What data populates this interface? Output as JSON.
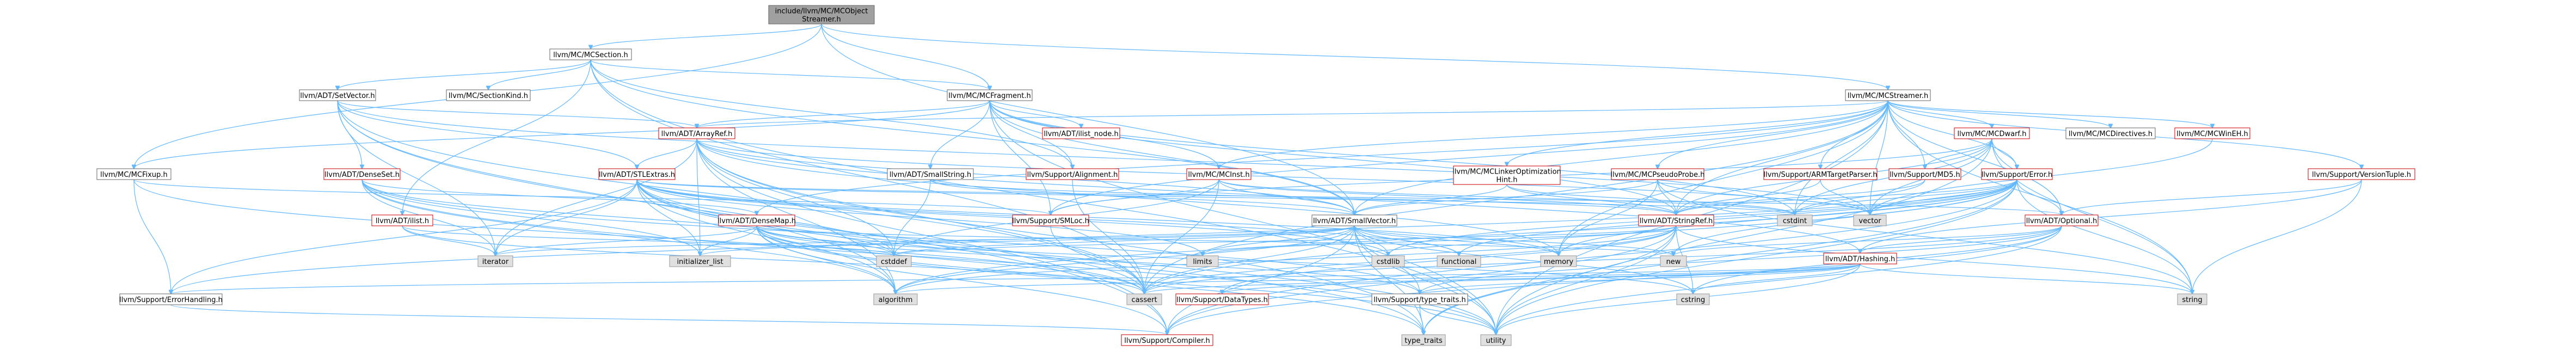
{
  "nodes": [
    {
      "id": "root",
      "label": [
        "include/llvm/MC/MCObject",
        "Streamer.h"
      ],
      "kind": "main"
    },
    {
      "id": "mcsection",
      "label": [
        "llvm/MC/MCSection.h"
      ],
      "kind": "norm"
    },
    {
      "id": "mcstreamer",
      "label": [
        "llvm/MC/MCStreamer.h"
      ],
      "kind": "norm"
    },
    {
      "id": "setvector",
      "label": [
        "llvm/ADT/SetVector.h"
      ],
      "kind": "norm"
    },
    {
      "id": "sectionkind",
      "label": [
        "llvm/MC/SectionKind.h"
      ],
      "kind": "norm"
    },
    {
      "id": "mcfragment",
      "label": [
        "llvm/MC/MCFragment.h"
      ],
      "kind": "norm"
    },
    {
      "id": "mcdwarf",
      "label": [
        "llvm/MC/MCDwarf.h"
      ],
      "kind": "red"
    },
    {
      "id": "mcdirectives",
      "label": [
        "llvm/MC/MCDirectives.h"
      ],
      "kind": "norm"
    },
    {
      "id": "mcwineh",
      "label": [
        "llvm/MC/MCWinEH.h"
      ],
      "kind": "red"
    },
    {
      "id": "arrayref",
      "label": [
        "llvm/ADT/ArrayRef.h"
      ],
      "kind": "red"
    },
    {
      "id": "ilist_node",
      "label": [
        "llvm/ADT/ilist_node.h"
      ],
      "kind": "red"
    },
    {
      "id": "alignment",
      "label": [
        "llvm/Support/Alignment.h"
      ],
      "kind": "red"
    },
    {
      "id": "smallstring",
      "label": [
        "llvm/ADT/SmallString.h"
      ],
      "kind": "norm"
    },
    {
      "id": "mcinst",
      "label": [
        "llvm/MC/MCInst.h"
      ],
      "kind": "red"
    },
    {
      "id": "mclinkeropt",
      "label": [
        "llvm/MC/MCLinkerOptimization",
        "Hint.h"
      ],
      "kind": "red"
    },
    {
      "id": "mcpseudoprobe",
      "label": [
        "llvm/MC/MCPseudoProbe.h"
      ],
      "kind": "red"
    },
    {
      "id": "armtargetparser",
      "label": [
        "llvm/Support/ARMTargetParser.h"
      ],
      "kind": "red"
    },
    {
      "id": "md5",
      "label": [
        "llvm/Support/MD5.h"
      ],
      "kind": "red"
    },
    {
      "id": "error",
      "label": [
        "llvm/Support/Error.h"
      ],
      "kind": "red"
    },
    {
      "id": "versiontuple",
      "label": [
        "llvm/Support/VersionTuple.h"
      ],
      "kind": "red"
    },
    {
      "id": "mcfixup",
      "label": [
        "llvm/MC/MCFixup.h"
      ],
      "kind": "norm"
    },
    {
      "id": "denseset",
      "label": [
        "llvm/ADT/DenseSet.h"
      ],
      "kind": "red"
    },
    {
      "id": "stlextras",
      "label": [
        "llvm/ADT/STLExtras.h"
      ],
      "kind": "red"
    },
    {
      "id": "ilist",
      "label": [
        "llvm/ADT/ilist.h"
      ],
      "kind": "red"
    },
    {
      "id": "densemap",
      "label": [
        "llvm/ADT/DenseMap.h"
      ],
      "kind": "red"
    },
    {
      "id": "smloc",
      "label": [
        "llvm/Support/SMLoc.h"
      ],
      "kind": "red"
    },
    {
      "id": "smallvector",
      "label": [
        "llvm/ADT/SmallVector.h"
      ],
      "kind": "norm"
    },
    {
      "id": "stringref",
      "label": [
        "llvm/ADT/StringRef.h"
      ],
      "kind": "red"
    },
    {
      "id": "optional",
      "label": [
        "llvm/ADT/Optional.h"
      ],
      "kind": "red"
    },
    {
      "id": "hashing",
      "label": [
        "llvm/ADT/Hashing.h"
      ],
      "kind": "red"
    },
    {
      "id": "errorhandling",
      "label": [
        "llvm/Support/ErrorHandling.h"
      ],
      "kind": "norm"
    },
    {
      "id": "datatypes",
      "label": [
        "llvm/Support/DataTypes.h"
      ],
      "kind": "red"
    },
    {
      "id": "type_traits_h",
      "label": [
        "llvm/Support/type_traits.h"
      ],
      "kind": "norm"
    },
    {
      "id": "compiler",
      "label": [
        "llvm/Support/Compiler.h"
      ],
      "kind": "red"
    },
    {
      "id": "cstdint",
      "label": [
        "cstdint"
      ],
      "kind": "sys"
    },
    {
      "id": "vector",
      "label": [
        "vector"
      ],
      "kind": "sys"
    },
    {
      "id": "iterator",
      "label": [
        "iterator"
      ],
      "kind": "sys"
    },
    {
      "id": "initializer_list",
      "label": [
        "initializer_list"
      ],
      "kind": "sys"
    },
    {
      "id": "cstddef",
      "label": [
        "cstddef"
      ],
      "kind": "sys"
    },
    {
      "id": "limits",
      "label": [
        "limits"
      ],
      "kind": "sys"
    },
    {
      "id": "cstdlib",
      "label": [
        "cstdlib"
      ],
      "kind": "sys"
    },
    {
      "id": "functional",
      "label": [
        "functional"
      ],
      "kind": "sys"
    },
    {
      "id": "memory",
      "label": [
        "memory"
      ],
      "kind": "sys"
    },
    {
      "id": "new",
      "label": [
        "new"
      ],
      "kind": "sys"
    },
    {
      "id": "algorithm",
      "label": [
        "algorithm"
      ],
      "kind": "sys"
    },
    {
      "id": "cassert",
      "label": [
        "cassert"
      ],
      "kind": "sys"
    },
    {
      "id": "cstring",
      "label": [
        "cstring"
      ],
      "kind": "sys"
    },
    {
      "id": "string",
      "label": [
        "string"
      ],
      "kind": "sys"
    },
    {
      "id": "type_traits",
      "label": [
        "type_traits"
      ],
      "kind": "sys"
    },
    {
      "id": "utility",
      "label": [
        "utility"
      ],
      "kind": "sys"
    }
  ],
  "edges": [
    [
      "root",
      "mcsection"
    ],
    [
      "root",
      "mcstreamer"
    ],
    [
      "root",
      "mcfragment"
    ],
    [
      "root",
      "smallvector"
    ],
    [
      "root",
      "mcfixup"
    ],
    [
      "mcsection",
      "setvector"
    ],
    [
      "mcsection",
      "sectionkind"
    ],
    [
      "mcsection",
      "mcfragment"
    ],
    [
      "mcsection",
      "ilist"
    ],
    [
      "mcsection",
      "smallvector"
    ],
    [
      "mcsection",
      "cassert"
    ],
    [
      "mcsection",
      "utility"
    ],
    [
      "mcsection",
      "alignment"
    ],
    [
      "mcstreamer",
      "mcdwarf"
    ],
    [
      "mcstreamer",
      "mcdirectives"
    ],
    [
      "mcstreamer",
      "mcwineh"
    ],
    [
      "mcstreamer",
      "mclinkeropt"
    ],
    [
      "mcstreamer",
      "mcpseudoprobe"
    ],
    [
      "mcstreamer",
      "armtargetparser"
    ],
    [
      "mcstreamer",
      "md5"
    ],
    [
      "mcstreamer",
      "error"
    ],
    [
      "mcstreamer",
      "versiontuple"
    ],
    [
      "mcstreamer",
      "arrayref"
    ],
    [
      "mcstreamer",
      "densemap"
    ],
    [
      "mcstreamer",
      "optional"
    ],
    [
      "mcstreamer",
      "smallvector"
    ],
    [
      "mcstreamer",
      "stringref"
    ],
    [
      "mcstreamer",
      "smloc"
    ],
    [
      "mcstreamer",
      "cassert"
    ],
    [
      "mcstreamer",
      "cstdint"
    ],
    [
      "mcstreamer",
      "memory"
    ],
    [
      "mcstreamer",
      "string"
    ],
    [
      "mcstreamer",
      "utility"
    ],
    [
      "mcstreamer",
      "vector"
    ],
    [
      "mcstreamer",
      "mcinst"
    ],
    [
      "setvector",
      "arrayref"
    ],
    [
      "setvector",
      "denseset"
    ],
    [
      "setvector",
      "stlextras"
    ],
    [
      "setvector",
      "compiler"
    ],
    [
      "setvector",
      "algorithm"
    ],
    [
      "setvector",
      "cassert"
    ],
    [
      "setvector",
      "iterator"
    ],
    [
      "setvector",
      "vector"
    ],
    [
      "mcfragment",
      "arrayref"
    ],
    [
      "mcfragment",
      "ilist_node"
    ],
    [
      "mcfragment",
      "alignment"
    ],
    [
      "mcfragment",
      "smallstring"
    ],
    [
      "mcfragment",
      "mcinst"
    ],
    [
      "mcfragment",
      "mcfixup"
    ],
    [
      "mcfragment",
      "smloc"
    ],
    [
      "mcfragment",
      "smallvector"
    ],
    [
      "mcfragment",
      "stringref"
    ],
    [
      "mcfragment",
      "cstdint"
    ],
    [
      "mcfragment",
      "utility"
    ],
    [
      "mcdwarf",
      "error"
    ],
    [
      "mcdwarf",
      "md5"
    ],
    [
      "mcdwarf",
      "smloc"
    ],
    [
      "mcdwarf",
      "stringref"
    ],
    [
      "mcdwarf",
      "optional"
    ],
    [
      "mcdwarf",
      "cstdint"
    ],
    [
      "mcdwarf",
      "string"
    ],
    [
      "mcdwarf",
      "utility"
    ],
    [
      "mcdwarf",
      "vector"
    ],
    [
      "mcdwarf",
      "mapvector_dummy"
    ],
    [
      "mcwineh",
      "vector"
    ],
    [
      "arrayref",
      "hashing"
    ],
    [
      "arrayref",
      "smallvector"
    ],
    [
      "arrayref",
      "stlextras"
    ],
    [
      "arrayref",
      "compiler"
    ],
    [
      "arrayref",
      "algorithm"
    ],
    [
      "arrayref",
      "array_dummy"
    ],
    [
      "arrayref",
      "cassert"
    ],
    [
      "arrayref",
      "cstddef"
    ],
    [
      "arrayref",
      "initializer_list"
    ],
    [
      "arrayref",
      "iterator"
    ],
    [
      "arrayref",
      "memory"
    ],
    [
      "arrayref",
      "type_traits"
    ],
    [
      "arrayref",
      "vector"
    ],
    [
      "alignment",
      "mathextras_dummy"
    ],
    [
      "alignment",
      "cassert"
    ],
    [
      "smallstring",
      "smallvector"
    ],
    [
      "smallstring",
      "stringref"
    ],
    [
      "smallstring",
      "cstddef"
    ],
    [
      "mcinst",
      "smallvector"
    ],
    [
      "mcinst",
      "stringref"
    ],
    [
      "mcinst",
      "smloc"
    ],
    [
      "mcinst",
      "cassert"
    ],
    [
      "mcinst",
      "cstddef"
    ],
    [
      "mcinst",
      "cstdint"
    ],
    [
      "mclinkeropt",
      "smallvector"
    ],
    [
      "mclinkeropt",
      "stringref"
    ],
    [
      "mclinkeropt",
      "cstdint"
    ],
    [
      "mcpseudoprobe",
      "smallvector"
    ],
    [
      "mcpseudoprobe",
      "stringref"
    ],
    [
      "mcpseudoprobe",
      "memory"
    ],
    [
      "mcpseudoprobe",
      "string"
    ],
    [
      "mcpseudoprobe",
      "vector"
    ],
    [
      "armtargetparser",
      "stringref"
    ],
    [
      "armtargetparser",
      "vector"
    ],
    [
      "md5",
      "stringref"
    ],
    [
      "md5",
      "cstdint"
    ],
    [
      "error",
      "stringref"
    ],
    [
      "error",
      "optional"
    ],
    [
      "error",
      "compiler"
    ],
    [
      "error",
      "errorhandling"
    ],
    [
      "error",
      "algorithm"
    ],
    [
      "error",
      "cassert"
    ],
    [
      "error",
      "cstdint"
    ],
    [
      "error",
      "cstdlib"
    ],
    [
      "error",
      "functional"
    ],
    [
      "error",
      "memory"
    ],
    [
      "error",
      "new"
    ],
    [
      "error",
      "string"
    ],
    [
      "error",
      "type_traits"
    ],
    [
      "error",
      "utility"
    ],
    [
      "error",
      "vector"
    ],
    [
      "versiontuple",
      "optional"
    ],
    [
      "versiontuple",
      "hashing"
    ],
    [
      "versiontuple",
      "string"
    ],
    [
      "versiontuple",
      "tuple_dummy"
    ],
    [
      "mcfixup",
      "errorhandling"
    ],
    [
      "mcfixup",
      "smloc"
    ],
    [
      "mcfixup",
      "cassert"
    ],
    [
      "denseset",
      "densemap"
    ],
    [
      "denseset",
      "type_traits_h"
    ],
    [
      "denseset",
      "algorithm"
    ],
    [
      "denseset",
      "cstddef"
    ],
    [
      "denseset",
      "initializer_list"
    ],
    [
      "denseset",
      "iterator"
    ],
    [
      "denseset",
      "utility"
    ],
    [
      "stlextras",
      "optional"
    ],
    [
      "stlextras",
      "errorhandling"
    ],
    [
      "stlextras",
      "algorithm"
    ],
    [
      "stlextras",
      "cassert"
    ],
    [
      "stlextras",
      "cstddef"
    ],
    [
      "stlextras",
      "cstdint"
    ],
    [
      "stlextras",
      "cstdlib"
    ],
    [
      "stlextras",
      "functional"
    ],
    [
      "stlextras",
      "initializer_list"
    ],
    [
      "stlextras",
      "iterator"
    ],
    [
      "stlextras",
      "limits"
    ],
    [
      "stlextras",
      "memory"
    ],
    [
      "stlextras",
      "tuple_dummy"
    ],
    [
      "stlextras",
      "type_traits"
    ],
    [
      "stlextras",
      "utility"
    ],
    [
      "ilist",
      "cassert"
    ],
    [
      "ilist",
      "cstddef"
    ],
    [
      "ilist",
      "iterator"
    ],
    [
      "densemap",
      "compiler"
    ],
    [
      "densemap",
      "type_traits_h"
    ],
    [
      "densemap",
      "algorithm"
    ],
    [
      "densemap",
      "cassert"
    ],
    [
      "densemap",
      "cstddef"
    ],
    [
      "densemap",
      "cstring"
    ],
    [
      "densemap",
      "initializer_list"
    ],
    [
      "densemap",
      "iterator"
    ],
    [
      "densemap",
      "new"
    ],
    [
      "densemap",
      "type_traits"
    ],
    [
      "densemap",
      "utility"
    ],
    [
      "smloc",
      "cassert"
    ],
    [
      "smallvector",
      "compiler"
    ],
    [
      "smallvector",
      "type_traits_h"
    ],
    [
      "smallvector",
      "algorithm"
    ],
    [
      "smallvector",
      "cassert"
    ],
    [
      "smallvector",
      "cstddef"
    ],
    [
      "smallvector",
      "cstdlib"
    ],
    [
      "smallvector",
      "cstring"
    ],
    [
      "smallvector",
      "functional"
    ],
    [
      "smallvector",
      "initializer_list"
    ],
    [
      "smallvector",
      "iterator"
    ],
    [
      "smallvector",
      "limits"
    ],
    [
      "smallvector",
      "memory"
    ],
    [
      "smallvector",
      "new"
    ],
    [
      "smallvector",
      "type_traits"
    ],
    [
      "smallvector",
      "utility"
    ],
    [
      "stringref",
      "stlextras_dummy"
    ],
    [
      "stringref",
      "compiler"
    ],
    [
      "stringref",
      "algorithm"
    ],
    [
      "stringref",
      "cassert"
    ],
    [
      "stringref",
      "cstddef"
    ],
    [
      "stringref",
      "cstring"
    ],
    [
      "stringref",
      "limits"
    ],
    [
      "stringref",
      "string"
    ],
    [
      "stringref",
      "type_traits"
    ],
    [
      "stringref",
      "utility"
    ],
    [
      "stringref",
      "datatypes"
    ],
    [
      "optional",
      "hashing"
    ],
    [
      "optional",
      "compiler"
    ],
    [
      "optional",
      "type_traits_h"
    ],
    [
      "optional",
      "cassert"
    ],
    [
      "optional",
      "cstring"
    ],
    [
      "optional",
      "new"
    ],
    [
      "optional",
      "utility"
    ],
    [
      "hashing",
      "errorhandling"
    ],
    [
      "hashing",
      "datatypes"
    ],
    [
      "hashing",
      "type_traits_h"
    ],
    [
      "hashing",
      "algorithm"
    ],
    [
      "hashing",
      "cassert"
    ],
    [
      "hashing",
      "cstring"
    ],
    [
      "hashing",
      "string"
    ],
    [
      "hashing",
      "tuple_dummy"
    ],
    [
      "hashing",
      "utility"
    ],
    [
      "type_traits_h",
      "type_traits"
    ],
    [
      "type_traits_h",
      "utility"
    ],
    [
      "errorhandling",
      "compiler"
    ]
  ]
}
